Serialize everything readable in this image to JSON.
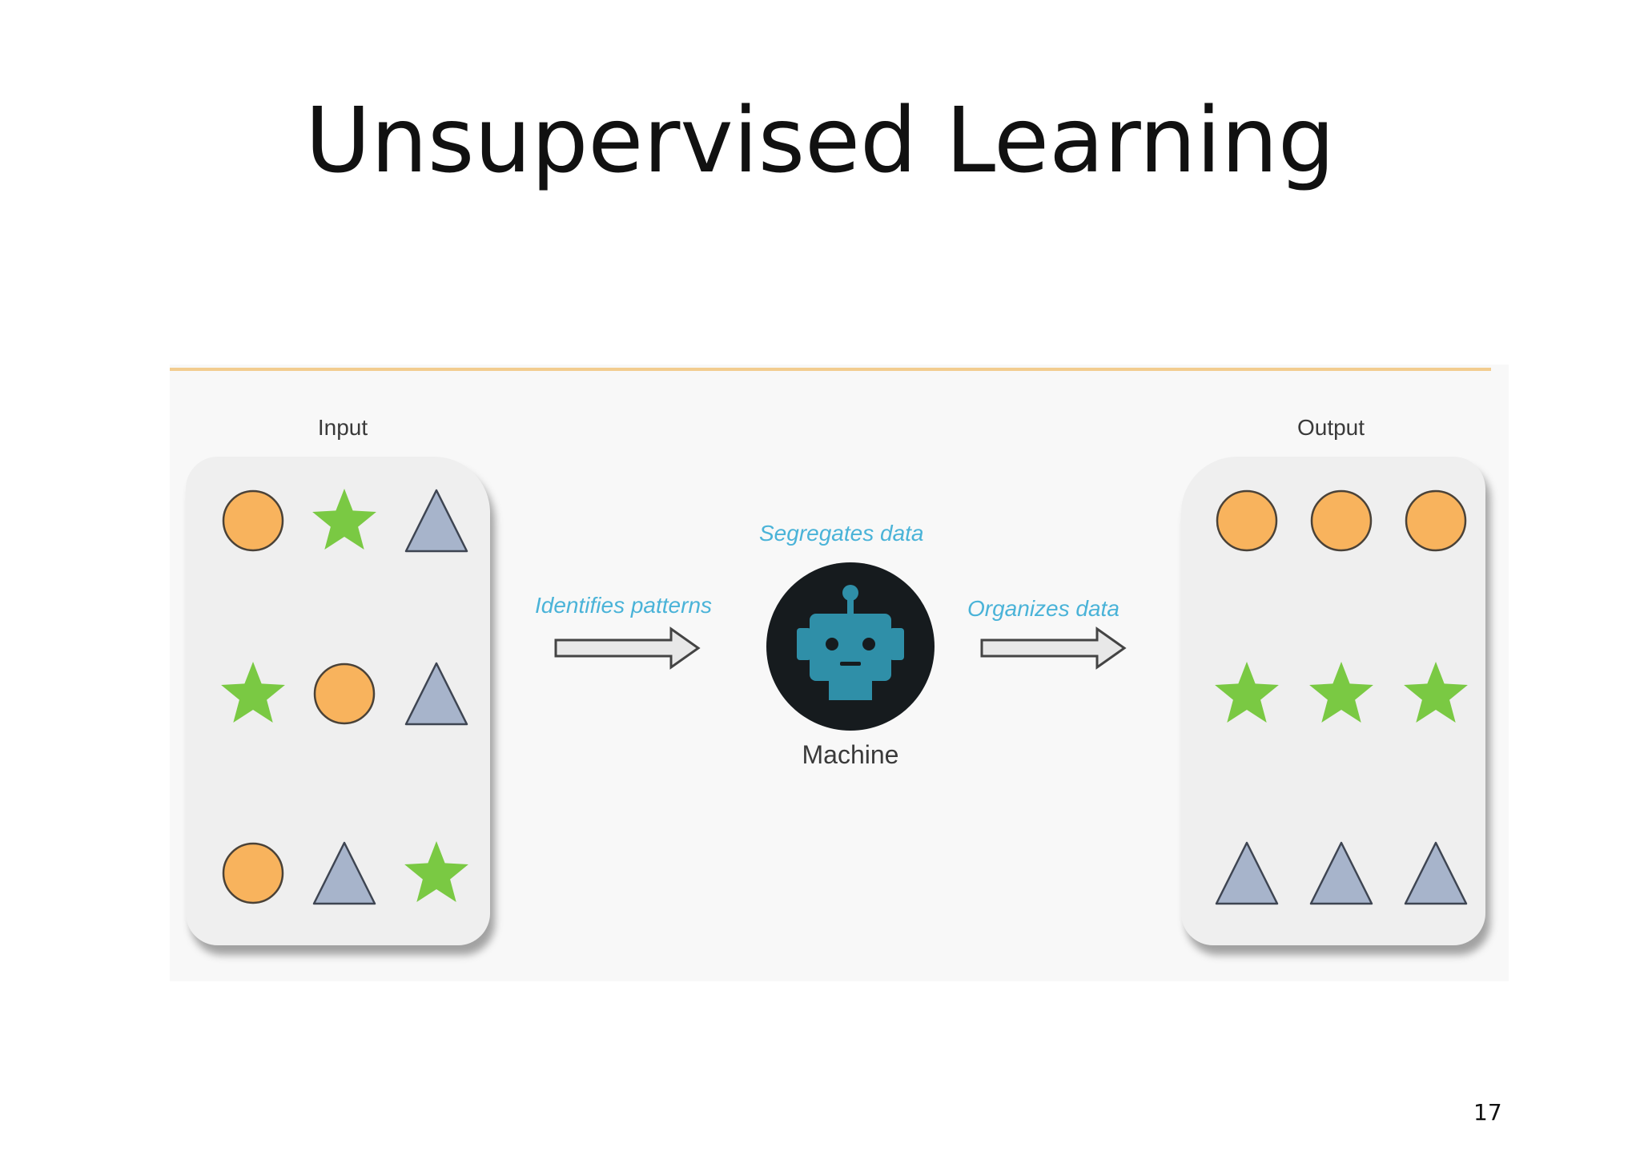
{
  "slide": {
    "title": "Unsupervised Learning",
    "page_number": "17"
  },
  "diagram": {
    "input_label": "Input",
    "output_label": "Output",
    "machine_label": "Machine",
    "edges": {
      "identifies": "Identifies patterns",
      "segregates": "Segregates data",
      "organizes": "Organizes data"
    },
    "input_grid": [
      [
        "circle",
        "star",
        "triangle"
      ],
      [
        "star",
        "circle",
        "triangle"
      ],
      [
        "circle",
        "triangle",
        "star"
      ]
    ],
    "output_grid": [
      [
        "circle",
        "circle",
        "circle"
      ],
      [
        "star",
        "star",
        "star"
      ],
      [
        "triangle",
        "triangle",
        "triangle"
      ]
    ],
    "colors": {
      "circle": "#f8b35d",
      "star": "#7ac943",
      "triangle": "#a7b4cb",
      "edge_text": "#4ab3d8",
      "robot": "#2f8fa8",
      "robot_bg": "#161b1e",
      "topline": "#f2cc8f"
    }
  }
}
